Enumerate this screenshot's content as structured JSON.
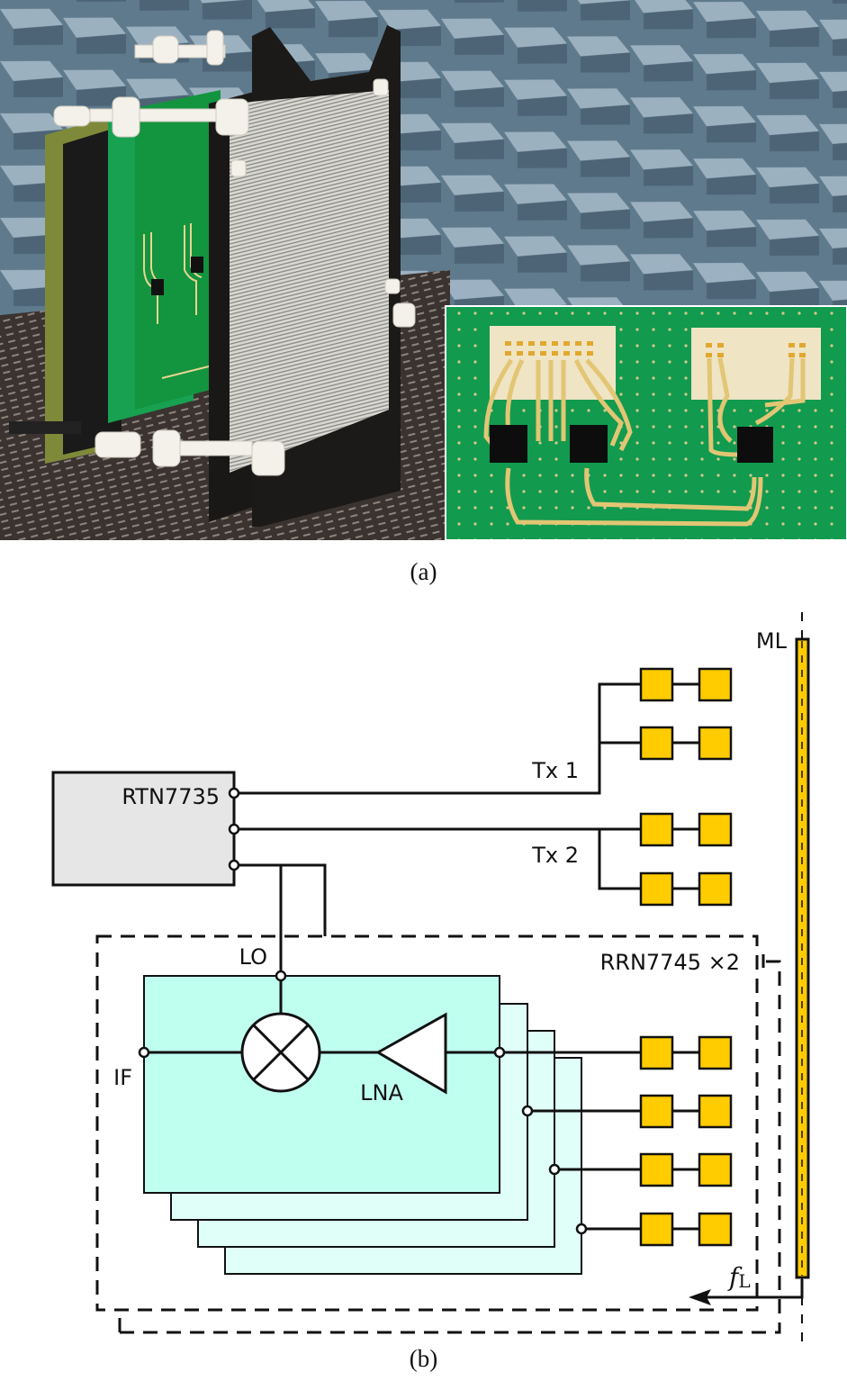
{
  "figure": {
    "panel_a": {
      "caption": "(a)",
      "photo_description": "Radar module with metal-plate lens mounted in frame inside anechoic chamber",
      "inset_description": "PCB close-up showing three chips with antenna feed lines"
    },
    "panel_b": {
      "caption": "(b)",
      "labels": {
        "transmitter_chip": "RTN7735",
        "receiver_chip": "RRN7745 ×2",
        "tx1": "Tx 1",
        "tx2": "Tx 2",
        "lo": "LO",
        "if": "IF",
        "lna": "LNA",
        "ml": "ML",
        "fl_italic": "f",
        "fl_sub": "L"
      },
      "colors": {
        "antenna_patch": "#ffcc00",
        "receiver_front": "#bffff0",
        "receiver_back": "#dffff8",
        "transmitter_box": "#e6e6e6",
        "lens_bar": "#ffcc00"
      },
      "tx_antenna_groups": 2,
      "tx_patches_per_group": 4,
      "rx_antenna_rows": 4,
      "receiver_channel_layers": 4
    }
  }
}
